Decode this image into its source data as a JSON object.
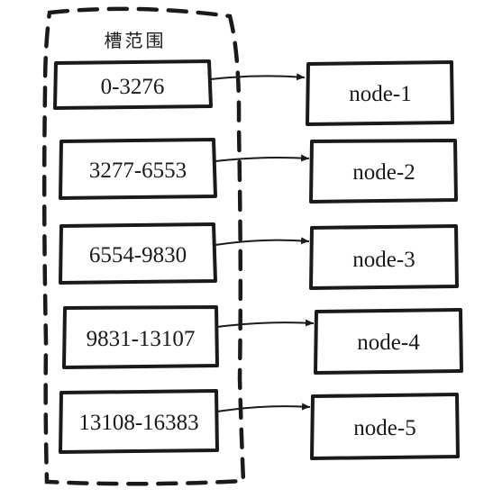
{
  "diagram": {
    "group_title": "槽范围",
    "ranges": [
      "0-3276",
      "3277-6553",
      "6554-9830",
      "9831-13107",
      "13108-16383"
    ],
    "nodes": [
      "node-1",
      "node-2",
      "node-3",
      "node-4",
      "node-5"
    ],
    "colors": {
      "ink": "#1a1a1a",
      "background": "#ffffff"
    }
  }
}
